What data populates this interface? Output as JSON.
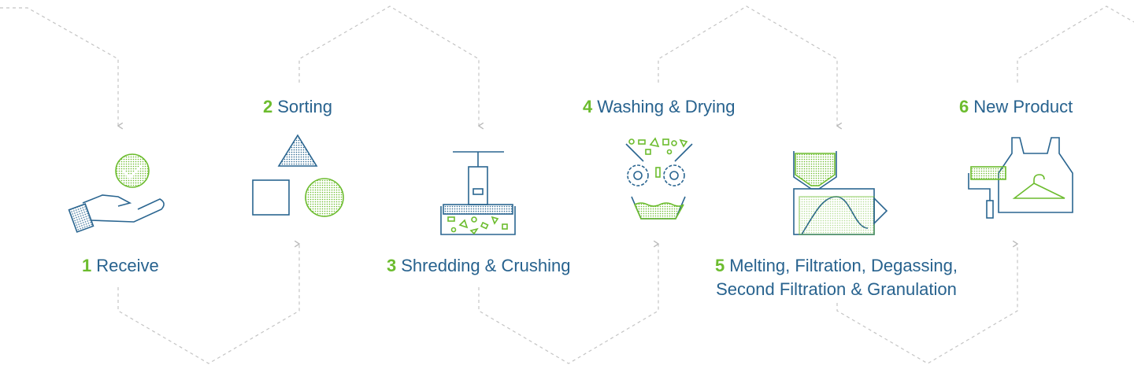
{
  "colors": {
    "accent_green": "#6cbc2e",
    "text_blue": "#27628e",
    "icon_blue": "#2a6590",
    "dashed_line": "#c4c4c4"
  },
  "steps": [
    {
      "num": "1",
      "title": "Receive",
      "icon": "hand-with-check-icon"
    },
    {
      "num": "2",
      "title": "Sorting",
      "icon": "shapes-sorting-icon"
    },
    {
      "num": "3",
      "title": "Shredding & Crushing",
      "icon": "shredder-press-icon"
    },
    {
      "num": "4",
      "title": "Washing & Drying",
      "icon": "washing-gears-icon"
    },
    {
      "num": "5",
      "title": "Melting, Filtration, Degassing,",
      "title_line2": "Second Filtration & Granulation",
      "icon": "extruder-icon"
    },
    {
      "num": "6",
      "title": "New Product",
      "icon": "bag-roller-hanger-icon"
    }
  ]
}
